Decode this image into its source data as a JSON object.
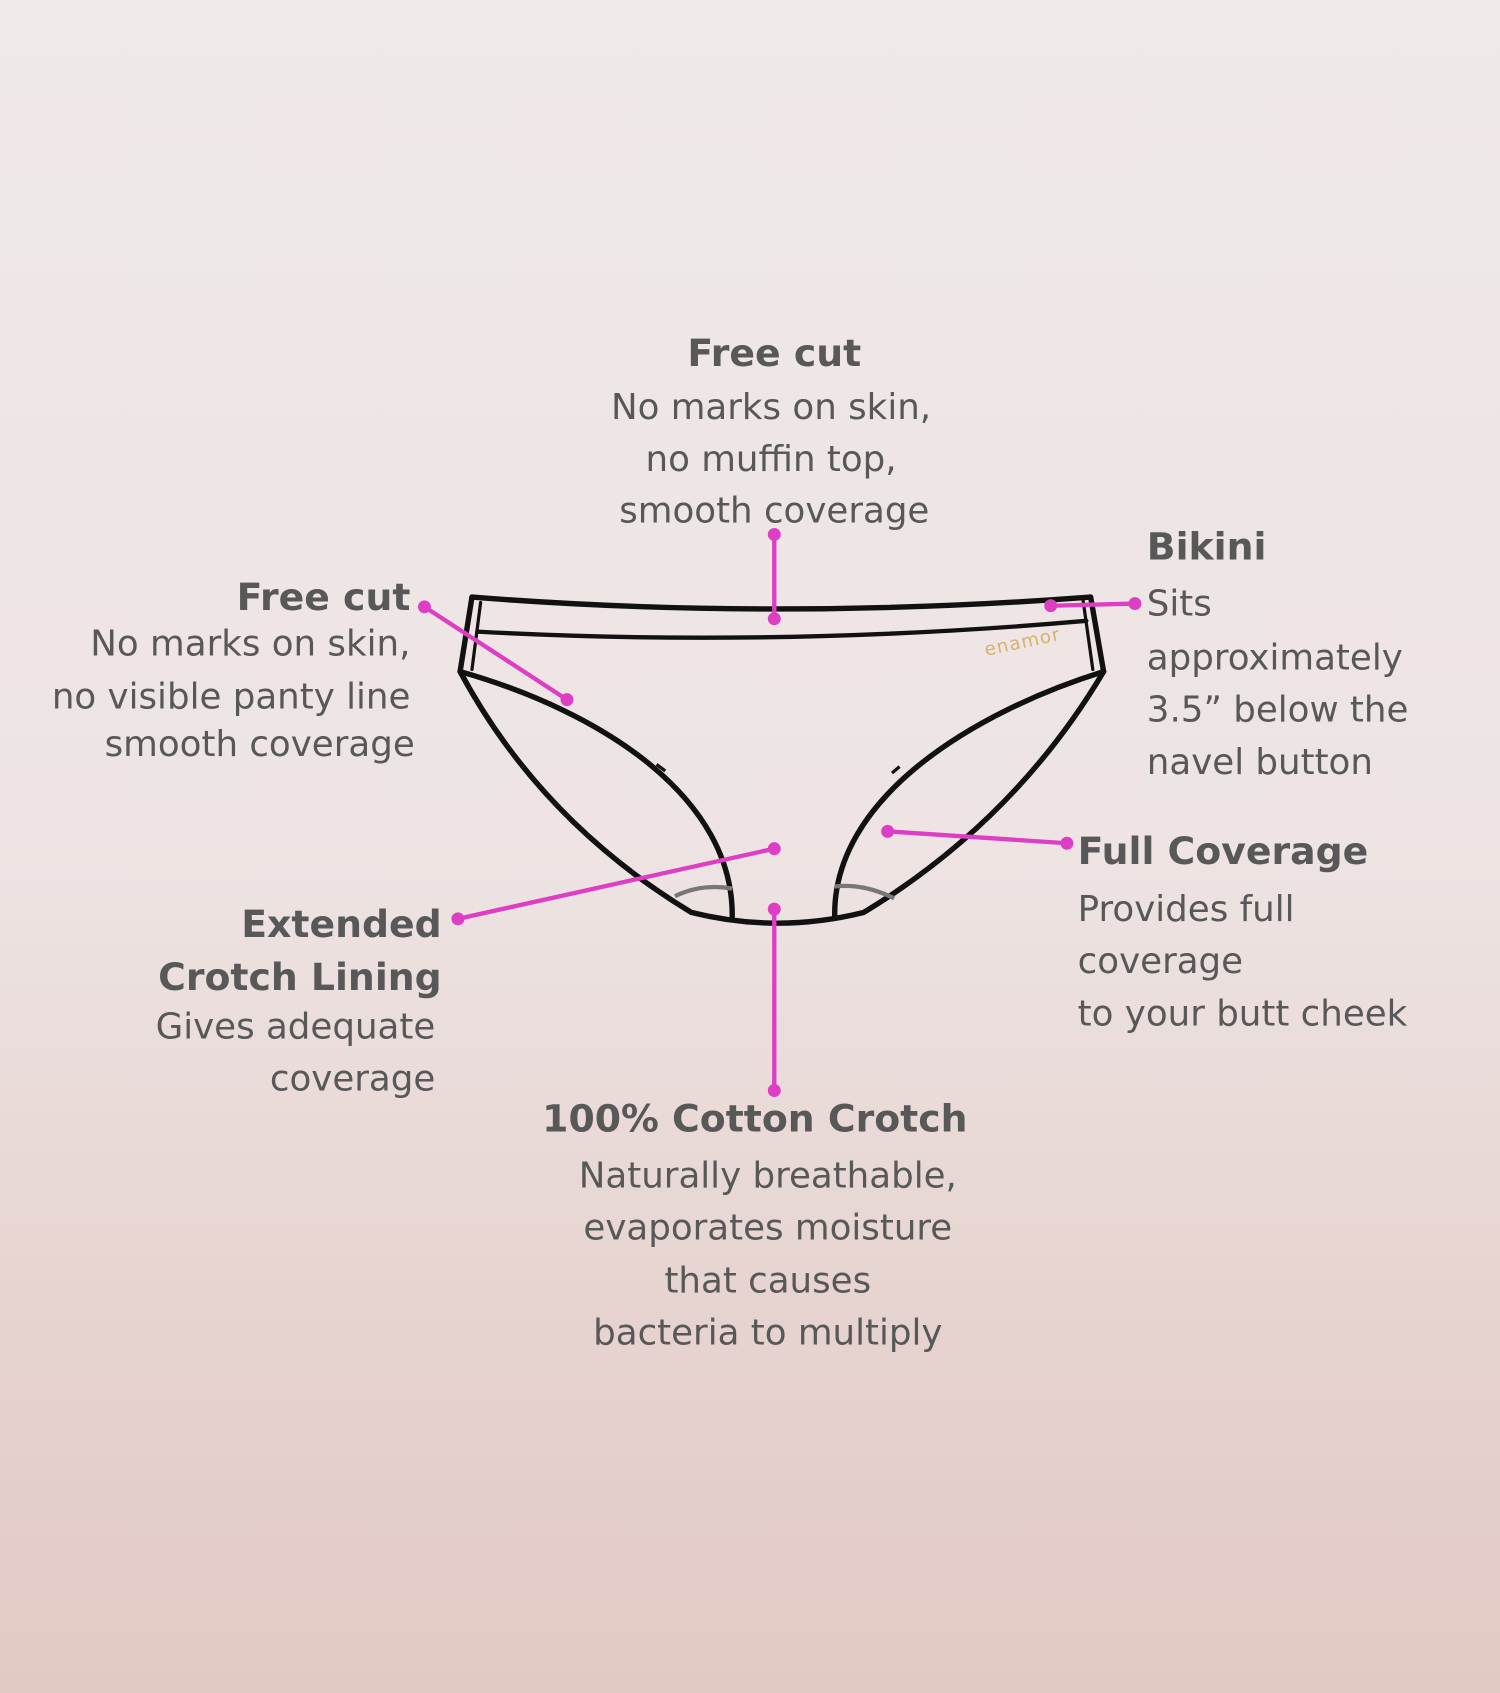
{
  "brand_logo": "enamor",
  "colors": {
    "callout": "#dd3ec4",
    "text": "#585858",
    "outline": "#111111"
  },
  "callouts": {
    "top": {
      "title": "Free cut",
      "lines": [
        "No marks on skin,",
        "no muffin top,",
        "smooth coverage"
      ]
    },
    "left": {
      "title": "Free cut",
      "lines": [
        "No marks on skin,",
        "no visible panty line",
        "smooth coverage"
      ]
    },
    "bikini": {
      "title": "Bikini",
      "lines": [
        "Sits",
        "approximately",
        "3.5” below the",
        "navel button"
      ]
    },
    "full_coverage": {
      "title": "Full Coverage",
      "lines": [
        "Provides full",
        "coverage",
        "to your butt cheek"
      ]
    },
    "crotch_lining": {
      "title_lines": [
        "Extended",
        "Crotch Lining"
      ],
      "lines": [
        "Gives adequate",
        "coverage"
      ]
    },
    "cotton": {
      "title": "100% Cotton Crotch",
      "lines": [
        "Naturally breathable,",
        "evaporates moisture",
        "that causes",
        "bacteria to multiply"
      ]
    }
  }
}
